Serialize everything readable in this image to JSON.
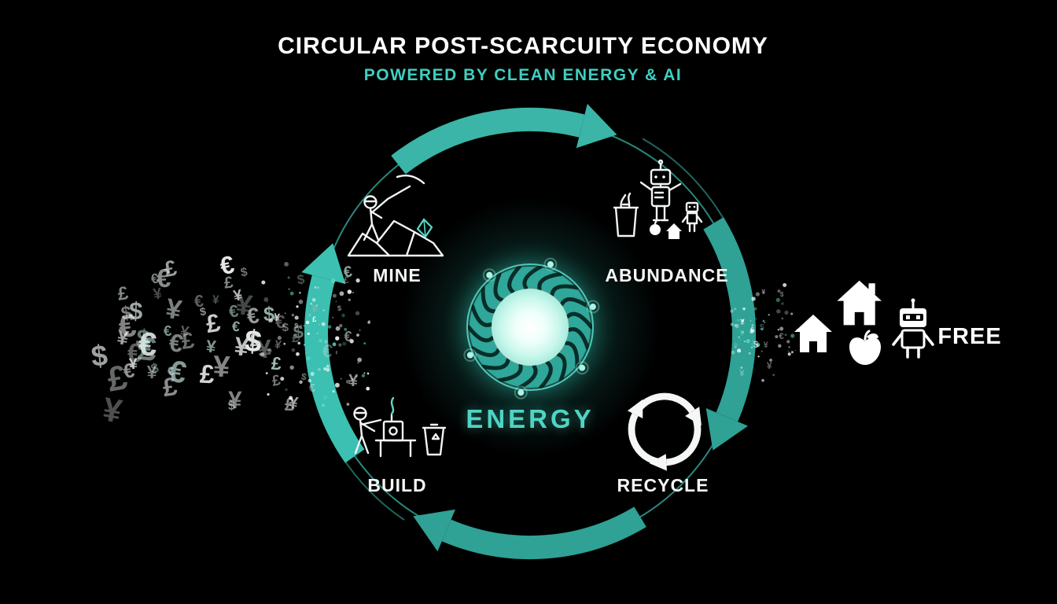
{
  "title": "CIRCULAR POST-SCARCUITY ECONOMY",
  "subtitle": "POWERED BY CLEAN ENERGY & AI",
  "center": {
    "label": "ENERGY",
    "icon": "energy-turbine-icon"
  },
  "stages": {
    "mine": {
      "label": "MINE",
      "icon": "mining-robot-icon"
    },
    "abundance": {
      "label": "ABUNDANCE",
      "icon": "robot-with-goods-icon"
    },
    "recycle": {
      "label": "RECYCLE",
      "icon": "recycle-arrows-icon"
    },
    "build": {
      "label": "BUILD",
      "icon": "robot-workshop-icon"
    }
  },
  "outputs": {
    "label": "FREE",
    "icons": [
      "house-icon",
      "house-icon",
      "apple-icon",
      "robot-icon"
    ]
  },
  "money": {
    "symbols": [
      "$",
      "€",
      "¥",
      "£"
    ],
    "meaning": "dissolving-currency"
  },
  "colors": {
    "background": "#000000",
    "text": "#ffffff",
    "accent": "#34b0a3",
    "accent_bright": "#5fd9c9",
    "core_glow": "#e9fef8"
  }
}
